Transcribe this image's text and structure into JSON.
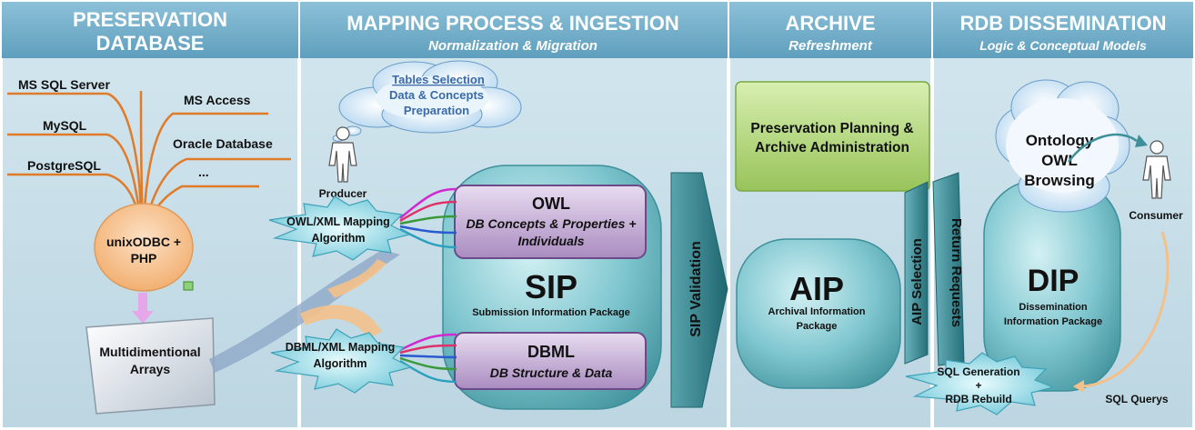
{
  "sections": {
    "preservation": {
      "title_line1": "PRESERVATION",
      "title_line2": "DATABASE"
    },
    "mapping": {
      "title": "MAPPING PROCESS & INGESTION",
      "subtitle": "Normalization & Migration"
    },
    "archive": {
      "title": "ARCHIVE",
      "subtitle": "Refreshment"
    },
    "rdb": {
      "title": "RDB DISSEMINATION",
      "subtitle": "Logic & Conceptual Models"
    }
  },
  "sources": [
    "MS SQL Server",
    "MS Access",
    "MySQL",
    "Oracle Database",
    "PostgreSQL",
    "..."
  ],
  "odbc": {
    "line1": "unixODBC +",
    "line2": "PHP"
  },
  "arrays": {
    "line1": "Multidimentional",
    "line2": "Arrays"
  },
  "cloud_prep": {
    "line1": "Tables Selection",
    "line2": "Data & Concepts",
    "line3": "Preparation"
  },
  "producer": {
    "label": "Producer"
  },
  "owl_mapping": {
    "line1": "OWL/XML Mapping",
    "line2": "Algorithm"
  },
  "dbml_mapping": {
    "line1": "DBML/XML Mapping",
    "line2": "Algorithm"
  },
  "owl_box": {
    "title": "OWL",
    "line1": "DB Concepts & Properties +",
    "line2": "Individuals"
  },
  "dbml_box": {
    "title": "DBML",
    "line1": "DB Structure & Data"
  },
  "sip": {
    "title": "SIP",
    "subtitle": "Submission Information Package"
  },
  "sip_validation": {
    "label": "SIP Validation"
  },
  "planning": {
    "line1": "Preservation Planning &",
    "line2": "Archive Administration"
  },
  "aip": {
    "title": "AIP",
    "line1": "Archival Information",
    "line2": "Package"
  },
  "aip_selection": {
    "label": "AIP Selection"
  },
  "return_requests": {
    "label": "Return Requests"
  },
  "ontology": {
    "line1": "Ontology",
    "line2": "OWL",
    "line3": "Browsing"
  },
  "dip": {
    "title": "DIP",
    "line1": "Dissemination",
    "line2": "Information Package"
  },
  "consumer": {
    "label": "Consumer"
  },
  "sql_generation": {
    "line1": "SQL Generation",
    "line2": "+",
    "line3": "RDB Rebuild"
  },
  "sql_queries": {
    "label": "SQL Querys"
  },
  "colors": {
    "panel": "#c9dfe8",
    "header": "#6aa8c4",
    "teal": "#3d8f99",
    "orange": "#e07b2a",
    "purple": "#b79ccc",
    "green": "#a8cf6a"
  }
}
